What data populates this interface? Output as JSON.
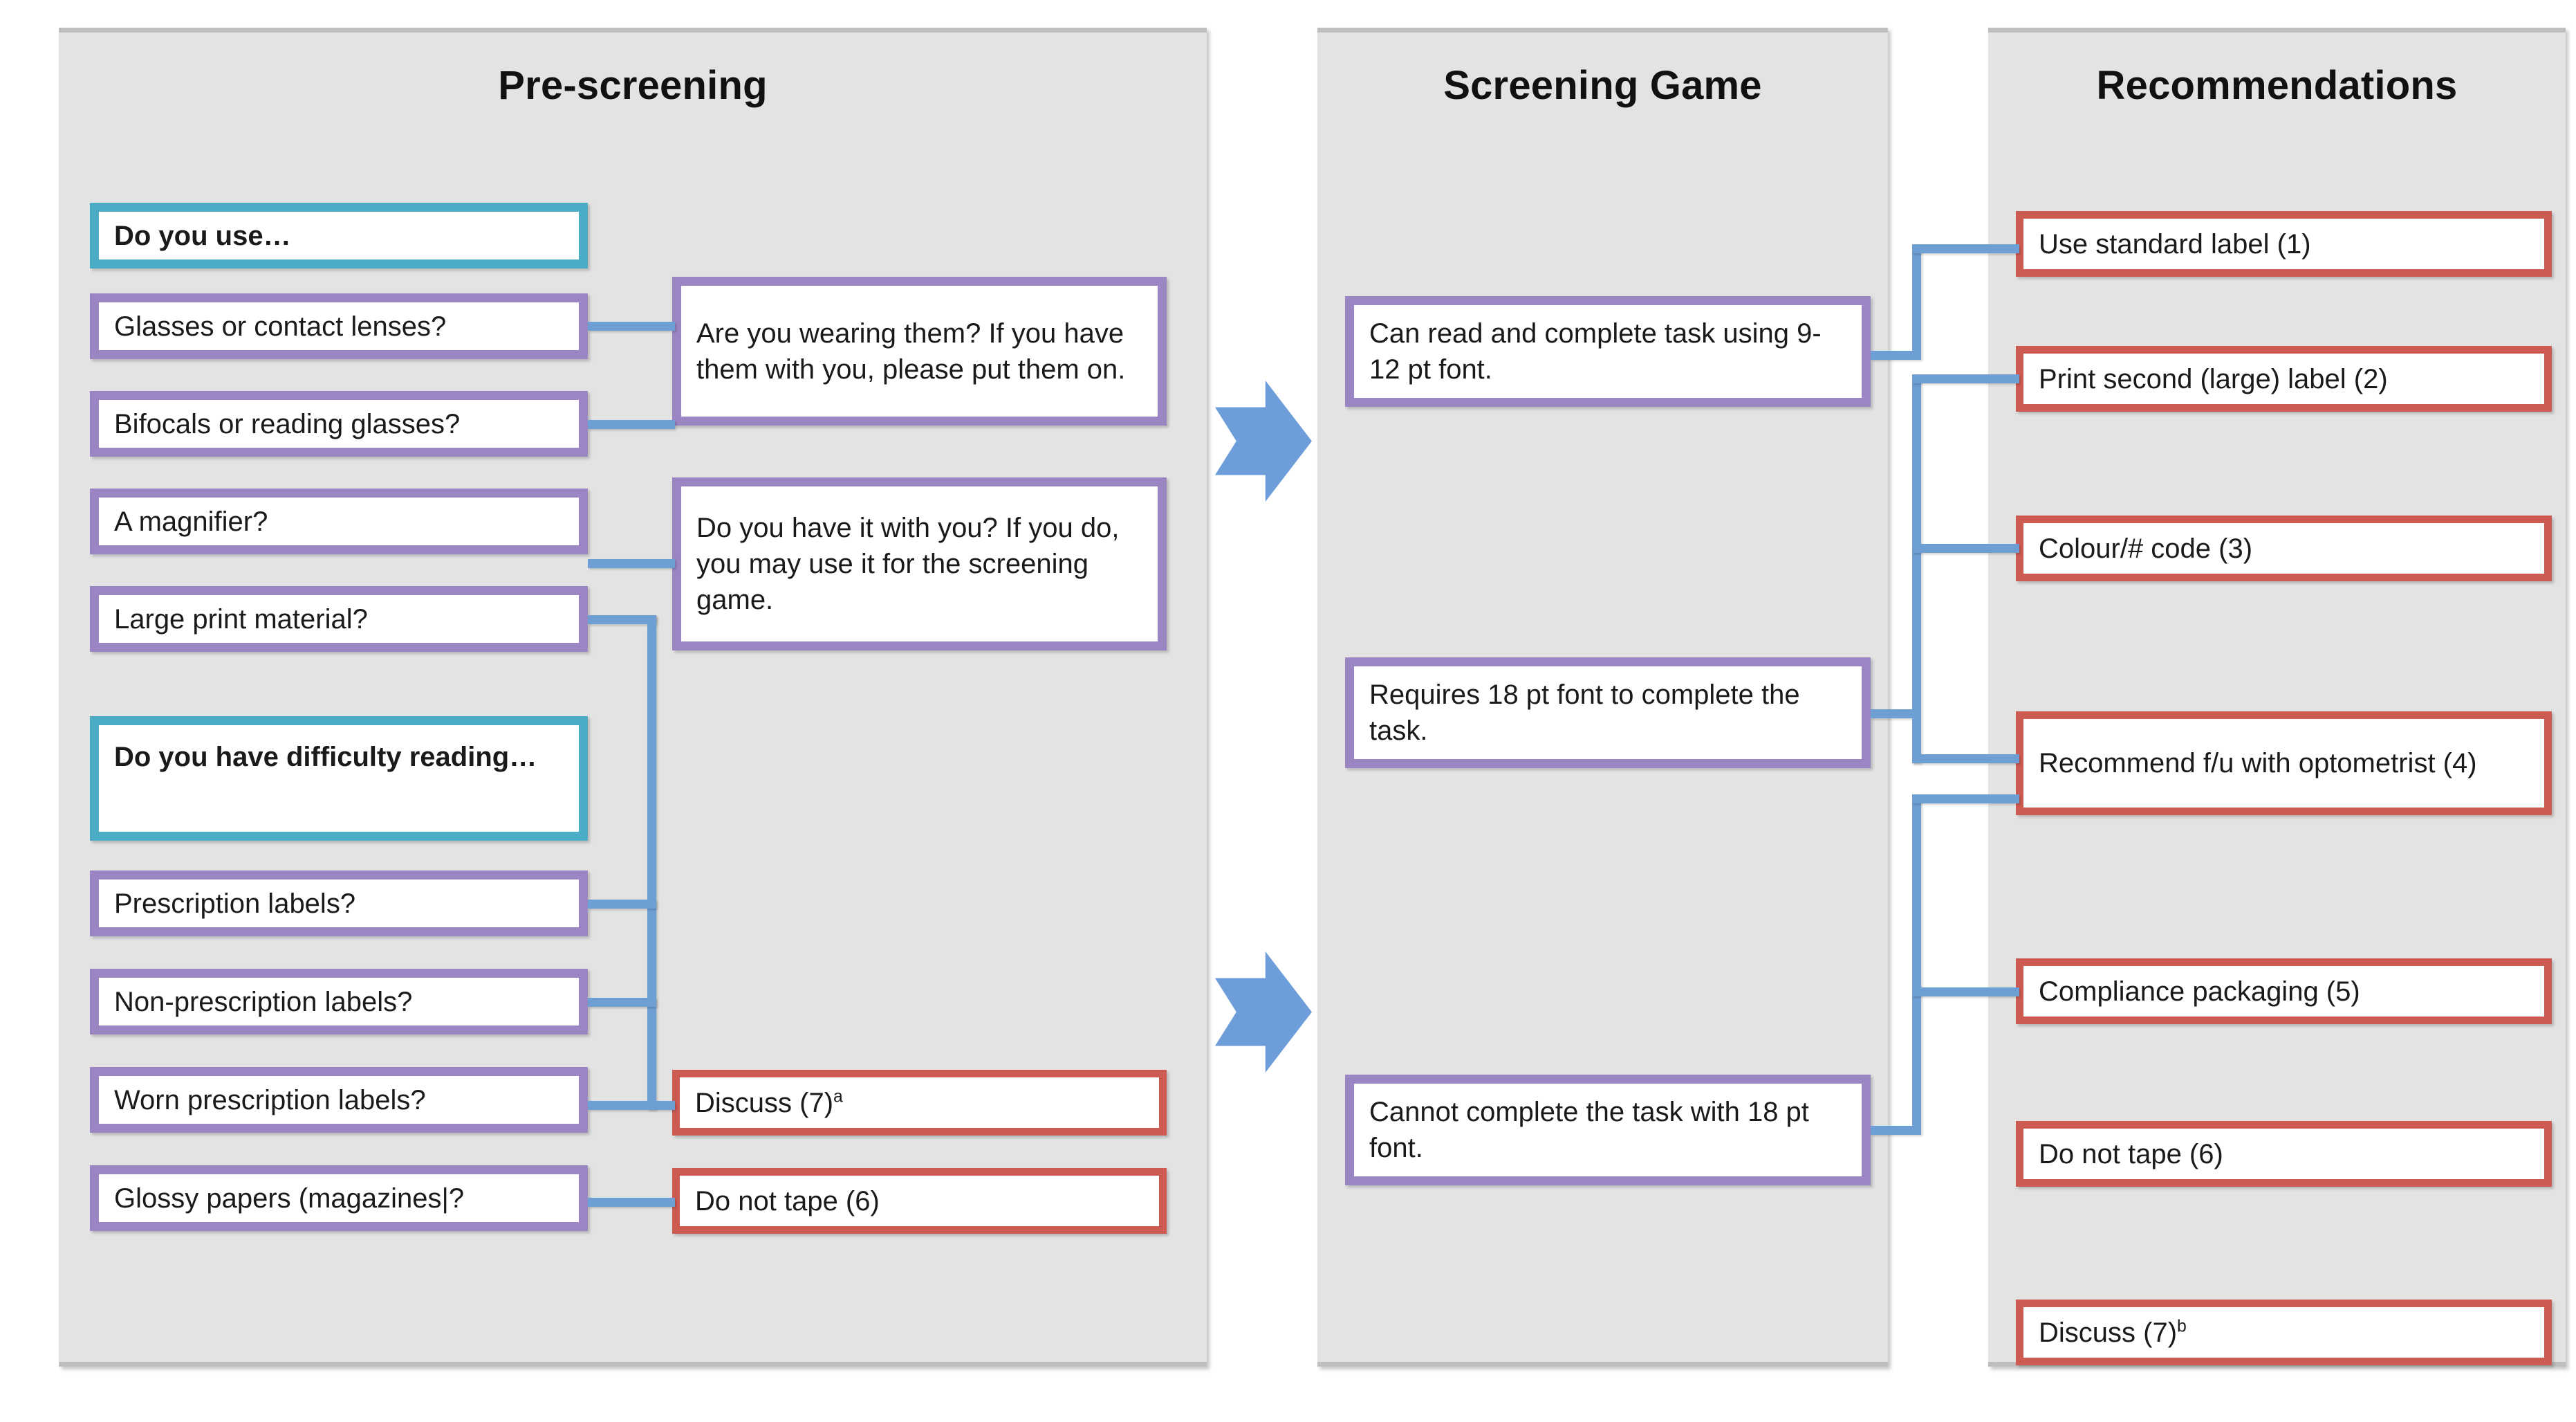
{
  "colors": {
    "panel_bg": "#E3E3E3",
    "panel_edge": "#BFBFBF",
    "teal": "#4CACC6",
    "purple": "#9C85C3",
    "red": "#CE5B52",
    "connector_blue": "#6E9FD4",
    "arrow_blue": "#6D9EDA",
    "text": "#1A1A1A"
  },
  "panels": [
    {
      "id": "pre-screening",
      "title": "Pre-screening"
    },
    {
      "id": "screening-game",
      "title": "Screening Game"
    },
    {
      "id": "recommendations",
      "title": "Recommendations"
    }
  ],
  "prescreening": {
    "group1_heading": "Do you use…",
    "group1_items": [
      "Glasses or contact lenses?",
      "Bifocals or reading glasses?",
      "A magnifier?",
      "Large print material?"
    ],
    "group2_heading": "Do you have difficulty reading…",
    "group2_items": [
      "Prescription labels?",
      "Non-prescription labels?",
      "Worn prescription labels?",
      "Glossy papers (magazines|?"
    ],
    "prompts": [
      "Are you wearing them? If you have them with you, please put them on.",
      "Do you have it with you? If you do, you may use it for the screening game."
    ],
    "outcomes": [
      {
        "label": "Discuss (7)",
        "sup": "a"
      },
      {
        "label": "Do not tape (6)",
        "sup": ""
      }
    ]
  },
  "screening_game": {
    "outcomes": [
      "Can read and complete task using 9-12 pt font.",
      "Requires 18 pt font to complete the task.",
      "Cannot complete the task with 18 pt font."
    ]
  },
  "recommendations": {
    "items": [
      {
        "label": "Use standard label (1)",
        "sup": ""
      },
      {
        "label": "Print second (large) label (2)",
        "sup": ""
      },
      {
        "label": "Colour/# code (3)",
        "sup": ""
      },
      {
        "label": "Recommend f/u with optometrist (4)",
        "sup": ""
      },
      {
        "label": "Compliance packaging (5)",
        "sup": ""
      },
      {
        "label": "Do not tape (6)",
        "sup": ""
      },
      {
        "label": "Discuss (7)",
        "sup": "b"
      }
    ]
  },
  "arrows": {
    "icon": "chevron-arrow-right",
    "count": 2
  },
  "chart_data": {
    "type": "table",
    "title": "Vision screening workflow",
    "columns": [
      "Pre-screening",
      "Screening Game",
      "Recommendations"
    ],
    "flow": [
      {
        "from": "Glasses or contact lenses?",
        "to": "Are you wearing them? If you have them with you, please put them on."
      },
      {
        "from": "Bifocals or reading glasses?",
        "to": "Are you wearing them? If you have them with you, please put them on."
      },
      {
        "from": "A magnifier?",
        "to": "Do you have it with you? If you do, you may use it for the screening game."
      },
      {
        "from": "Large print material?",
        "to": "Discuss (7)a"
      },
      {
        "from": "Prescription labels?",
        "to": "Discuss (7)a"
      },
      {
        "from": "Non-prescription labels?",
        "to": "Discuss (7)a"
      },
      {
        "from": "Worn prescription labels?",
        "to": "Discuss (7)a"
      },
      {
        "from": "Glossy papers (magazines|?",
        "to": "Do not tape (6)"
      },
      {
        "from": "Can read and complete task using 9-12 pt font.",
        "to": "Use standard label (1)"
      },
      {
        "from": "Requires 18 pt font to complete the task.",
        "to": "Print second (large) label (2)"
      },
      {
        "from": "Requires 18 pt font to complete the task.",
        "to": "Colour/# code (3)"
      },
      {
        "from": "Requires 18 pt font to complete the task.",
        "to": "Recommend f/u with optometrist (4)"
      },
      {
        "from": "Cannot complete the task with 18 pt font.",
        "to": "Recommend f/u with optometrist (4)"
      },
      {
        "from": "Cannot complete the task with 18 pt font.",
        "to": "Compliance packaging (5)"
      }
    ]
  }
}
